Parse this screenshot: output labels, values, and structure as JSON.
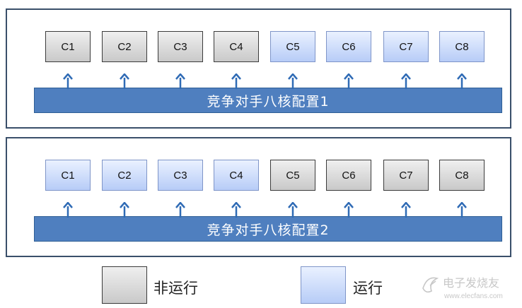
{
  "panels": [
    {
      "label": "竞争对手八核配置1",
      "cores": [
        {
          "name": "C1",
          "state": "off"
        },
        {
          "name": "C2",
          "state": "off"
        },
        {
          "name": "C3",
          "state": "off"
        },
        {
          "name": "C4",
          "state": "off"
        },
        {
          "name": "C5",
          "state": "on"
        },
        {
          "name": "C6",
          "state": "on"
        },
        {
          "name": "C7",
          "state": "on"
        },
        {
          "name": "C8",
          "state": "on"
        }
      ]
    },
    {
      "label": "竞争对手八核配置2",
      "cores": [
        {
          "name": "C1",
          "state": "on"
        },
        {
          "name": "C2",
          "state": "on"
        },
        {
          "name": "C3",
          "state": "on"
        },
        {
          "name": "C4",
          "state": "on"
        },
        {
          "name": "C5",
          "state": "off"
        },
        {
          "name": "C6",
          "state": "off"
        },
        {
          "name": "C7",
          "state": "off"
        },
        {
          "name": "C8",
          "state": "off"
        }
      ]
    }
  ],
  "legend": {
    "off_label": "非运行",
    "on_label": "运行"
  },
  "watermark": {
    "text": "电子发烧友",
    "url_text": "www.elecfans.com"
  },
  "colors": {
    "bar": "#4f7fbf",
    "arrow": "#2f6bb5",
    "on_fill": "#b7ccf7",
    "off_fill": "#c9c9c9"
  }
}
